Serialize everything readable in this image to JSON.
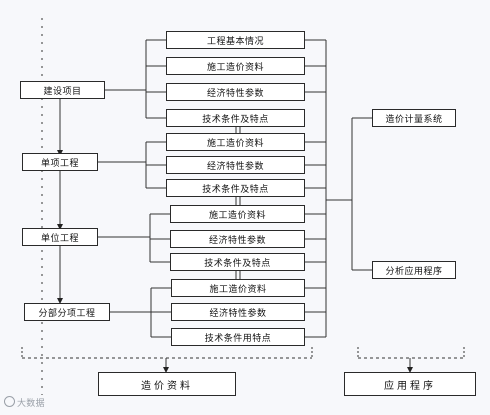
{
  "left_column": {
    "construction_project": "建设项目",
    "single_project": "单项工程",
    "unit_project": "单位工程",
    "sub_project": "分部分项工程"
  },
  "group1": {
    "basic_info": "工程基本情况",
    "cost_data": "施工造价资料",
    "economic_params": "经济特性参数",
    "technical_conditions": "技术条件及特点"
  },
  "group2": {
    "cost_data": "施工造价资料",
    "economic_params": "经济特性参数",
    "technical_conditions": "技术条件及特点"
  },
  "group3": {
    "cost_data": "施工造价资料",
    "economic_params": "经济特性参数",
    "technical_conditions": "技术条件及特点"
  },
  "group4": {
    "cost_data": "施工造价资料",
    "economic_params": "经济特性参数",
    "technical_conditions": "技术条件用特点"
  },
  "right_column": {
    "calc_system": "造价计量系统",
    "analysis_program": "分析应用程序"
  },
  "bottom": {
    "cost_data": "造价资料",
    "application_program": "应用程序"
  },
  "watermark": "大数据"
}
